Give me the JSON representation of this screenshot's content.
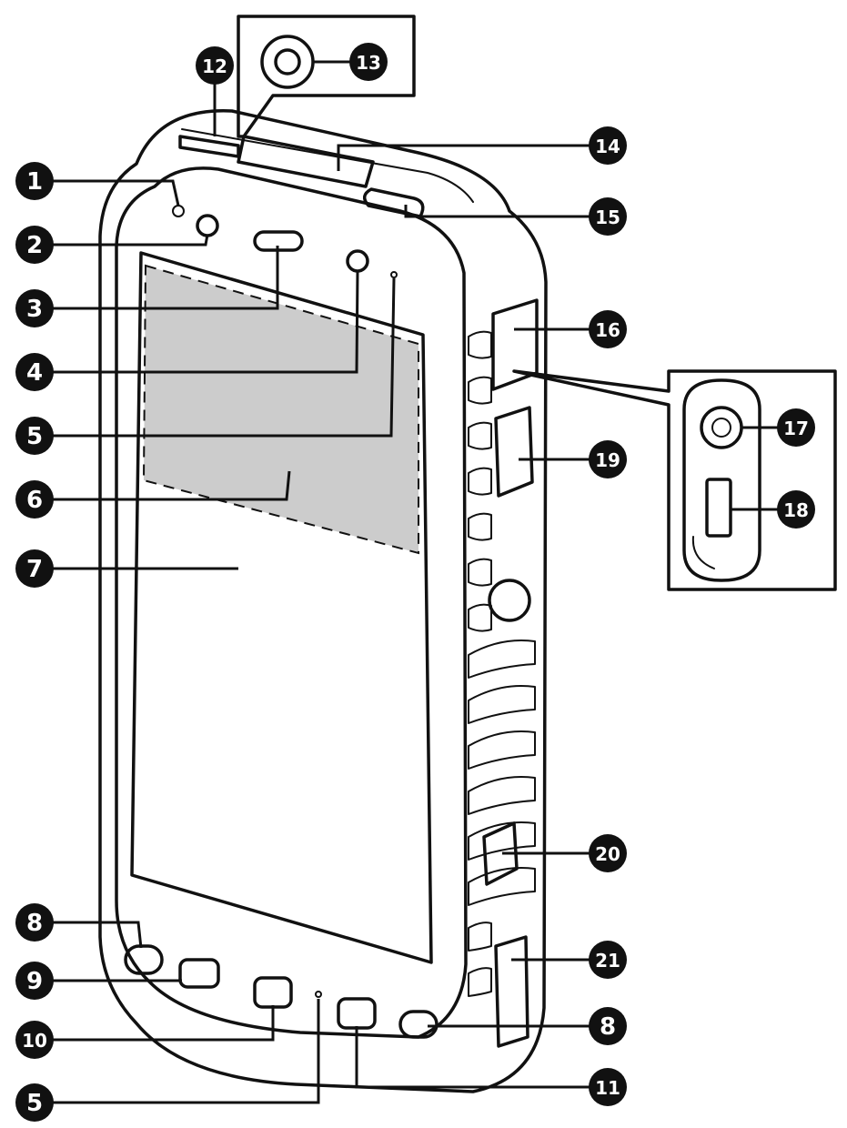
{
  "callouts": [
    {
      "id": "c1",
      "label": "1"
    },
    {
      "id": "c2",
      "label": "2"
    },
    {
      "id": "c3",
      "label": "3"
    },
    {
      "id": "c4",
      "label": "4"
    },
    {
      "id": "c5a",
      "label": "5"
    },
    {
      "id": "c6",
      "label": "6"
    },
    {
      "id": "c7",
      "label": "7"
    },
    {
      "id": "c8a",
      "label": "8"
    },
    {
      "id": "c9",
      "label": "9"
    },
    {
      "id": "c10",
      "label": "10"
    },
    {
      "id": "c5b",
      "label": "5"
    },
    {
      "id": "c12",
      "label": "12"
    },
    {
      "id": "c13",
      "label": "13"
    },
    {
      "id": "c14",
      "label": "14"
    },
    {
      "id": "c15",
      "label": "15"
    },
    {
      "id": "c16",
      "label": "16"
    },
    {
      "id": "c17",
      "label": "17"
    },
    {
      "id": "c18",
      "label": "18"
    },
    {
      "id": "c19",
      "label": "19"
    },
    {
      "id": "c20",
      "label": "20"
    },
    {
      "id": "c21",
      "label": "21"
    },
    {
      "id": "c8b",
      "label": "8"
    },
    {
      "id": "c11",
      "label": "11"
    }
  ],
  "colors": {
    "line": "#111111",
    "badge": "#111111",
    "badge_text": "#ffffff",
    "screen_highlight": "#cccccc",
    "background": "#ffffff"
  }
}
